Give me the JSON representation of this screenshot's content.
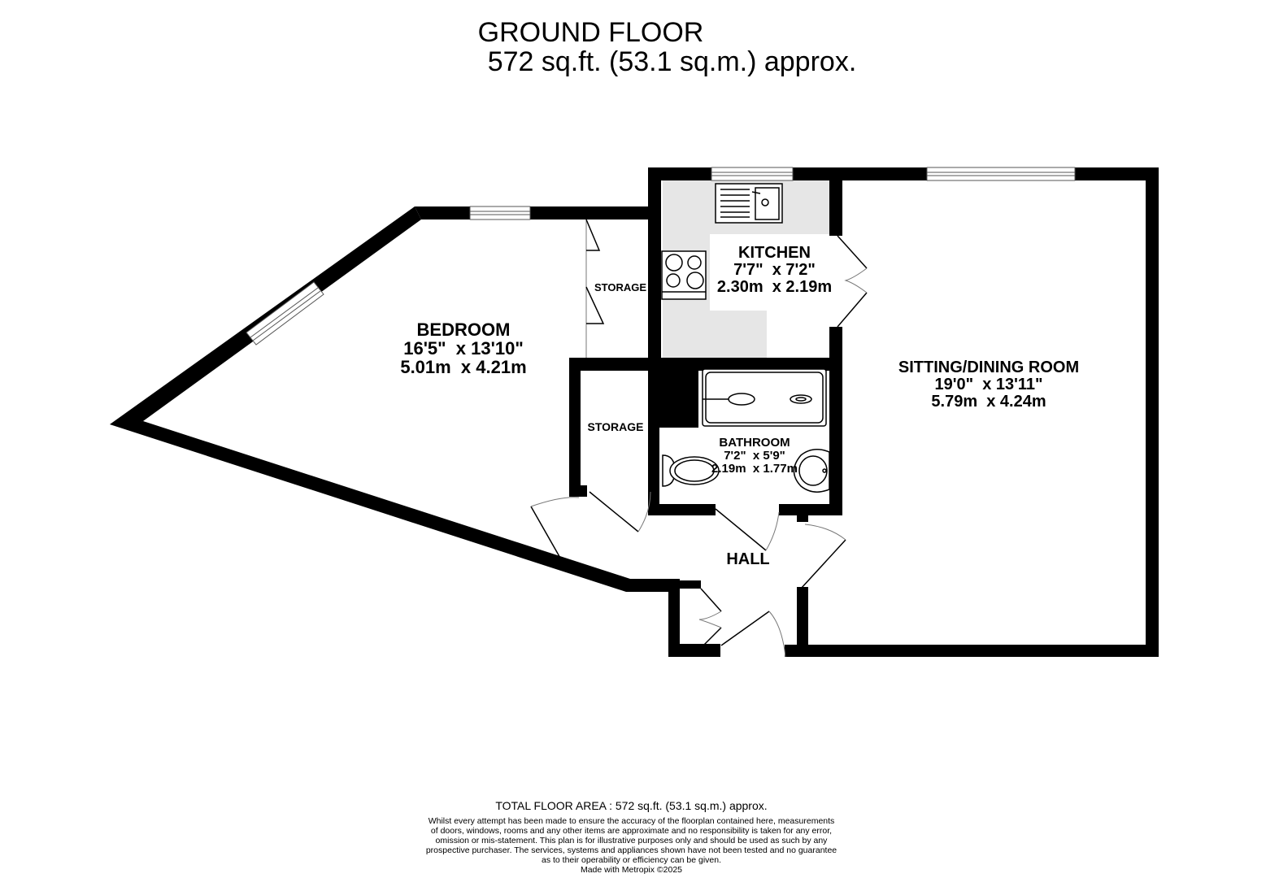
{
  "header": {
    "floor_name": "GROUND FLOOR",
    "floor_area": "572 sq.ft. (53.1 sq.m.) approx."
  },
  "rooms": {
    "bedroom": {
      "name": "BEDROOM",
      "imperial": "16'5\"  x 13'10\"",
      "metric": "5.01m  x 4.21m"
    },
    "kitchen": {
      "name": "KITCHEN",
      "imperial": "7'7\"  x 7'2\"",
      "metric": "2.30m  x 2.19m"
    },
    "sitting_dining": {
      "name": "SITTING/DINING ROOM",
      "imperial": "19'0\"  x 13'11\"",
      "metric": "5.79m  x 4.24m"
    },
    "bathroom": {
      "name": "BATHROOM",
      "imperial": "7'2\"  x 5'9\"",
      "metric": "2.19m  x 1.77m"
    },
    "hall": {
      "name": "HALL"
    },
    "storage_upper": {
      "name": "STORAGE"
    },
    "storage_lower": {
      "name": "STORAGE"
    }
  },
  "footer": {
    "total_area": "TOTAL FLOOR AREA : 572 sq.ft. (53.1 sq.m.) approx.",
    "disclaimer_lines": [
      "Whilst every attempt has been made to ensure the accuracy of the floorplan contained here, measurements",
      "of doors, windows, rooms and any other items are approximate and no responsibility is taken for any error,",
      "omission or mis-statement. This plan is for illustrative purposes only and should be used as such by any",
      "prospective purchaser. The services, systems and appliances shown have not been tested and no guarantee",
      "as to their operability or efficiency can be given.",
      "Made with Metropix ©2025"
    ]
  },
  "colors": {
    "wall": "#000000",
    "worktop": "#e6e6e6",
    "background": "#ffffff"
  }
}
